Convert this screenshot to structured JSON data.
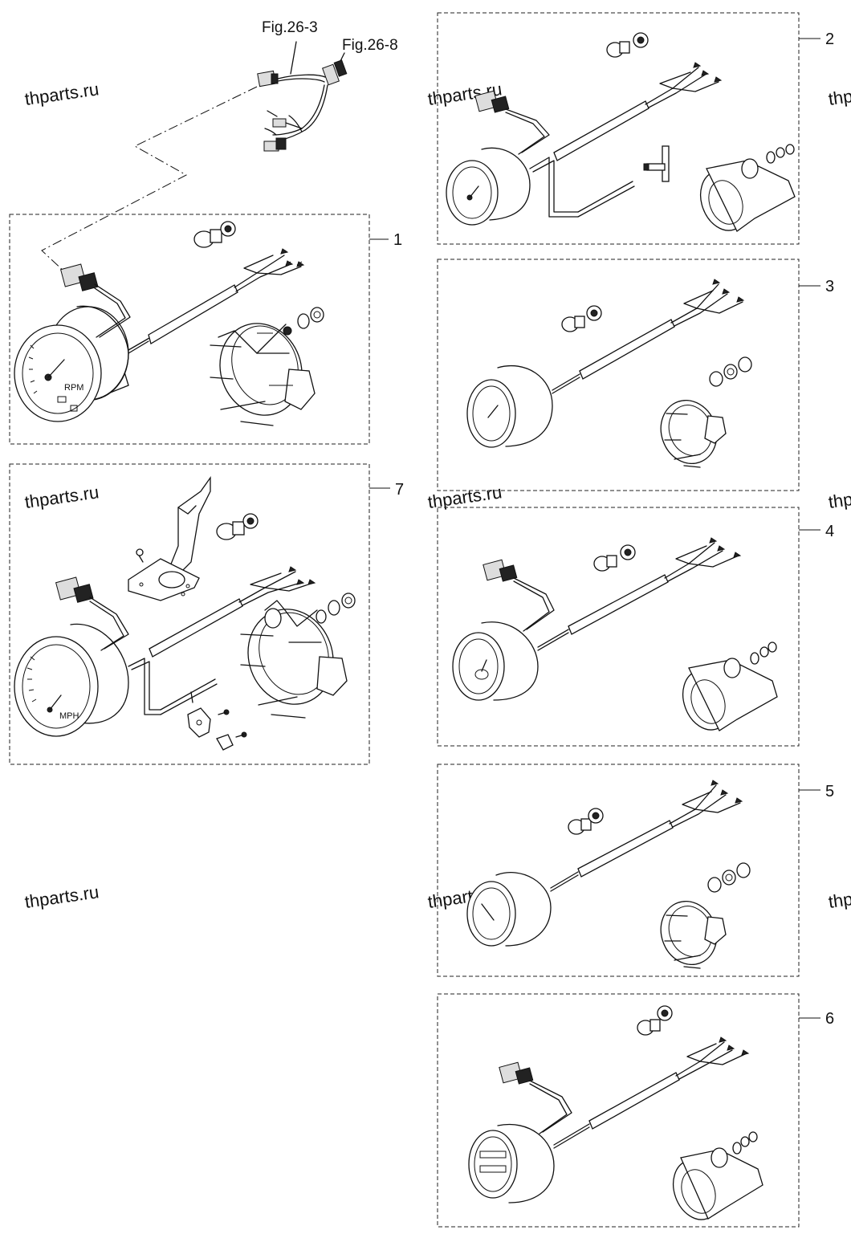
{
  "watermark": "thparts.ru",
  "watermark_cut": "thp",
  "callouts": {
    "one": "1",
    "two": "2",
    "three": "3",
    "four": "4",
    "five": "5",
    "six": "6",
    "seven": "7"
  },
  "references": {
    "fig_a": "Fig.26-3",
    "fig_b": "Fig.26-8"
  },
  "dial_labels": {
    "rpm": "RPM",
    "mph": "MPH"
  }
}
